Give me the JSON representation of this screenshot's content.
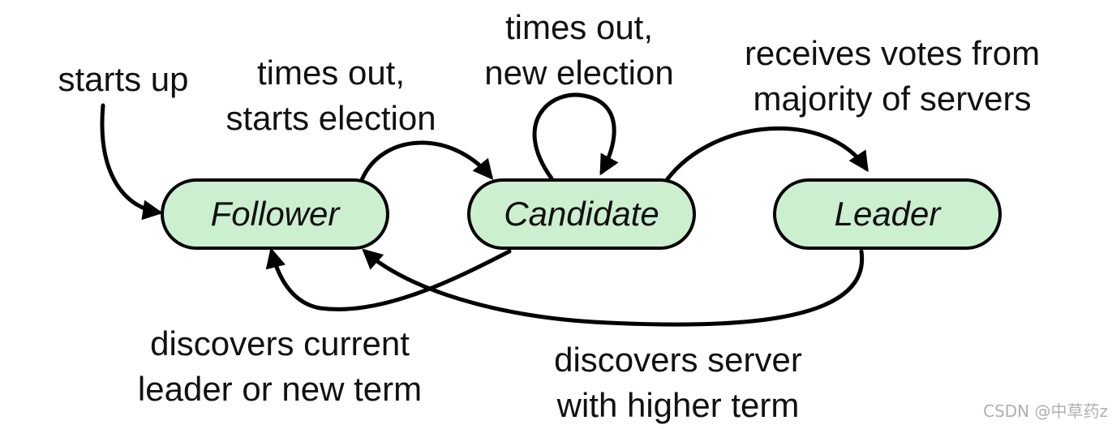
{
  "colors": {
    "state_fill": "#ccefd0",
    "stroke": "#000000",
    "text": "#111111",
    "watermark": "#b0b0b0"
  },
  "states": {
    "follower": "Follower",
    "candidate": "Candidate",
    "leader": "Leader"
  },
  "transitions": {
    "starts_up": [
      "starts up"
    ],
    "follower_to_candidate": [
      "times out,",
      "starts election"
    ],
    "candidate_self": [
      "times out,",
      "new election"
    ],
    "candidate_to_leader": [
      "receives votes from",
      "majority of servers"
    ],
    "candidate_to_follower": [
      "discovers current",
      "leader or new term"
    ],
    "leader_to_follower": [
      "discovers server",
      "with higher term"
    ]
  },
  "watermark": "CSDN @中草药z"
}
